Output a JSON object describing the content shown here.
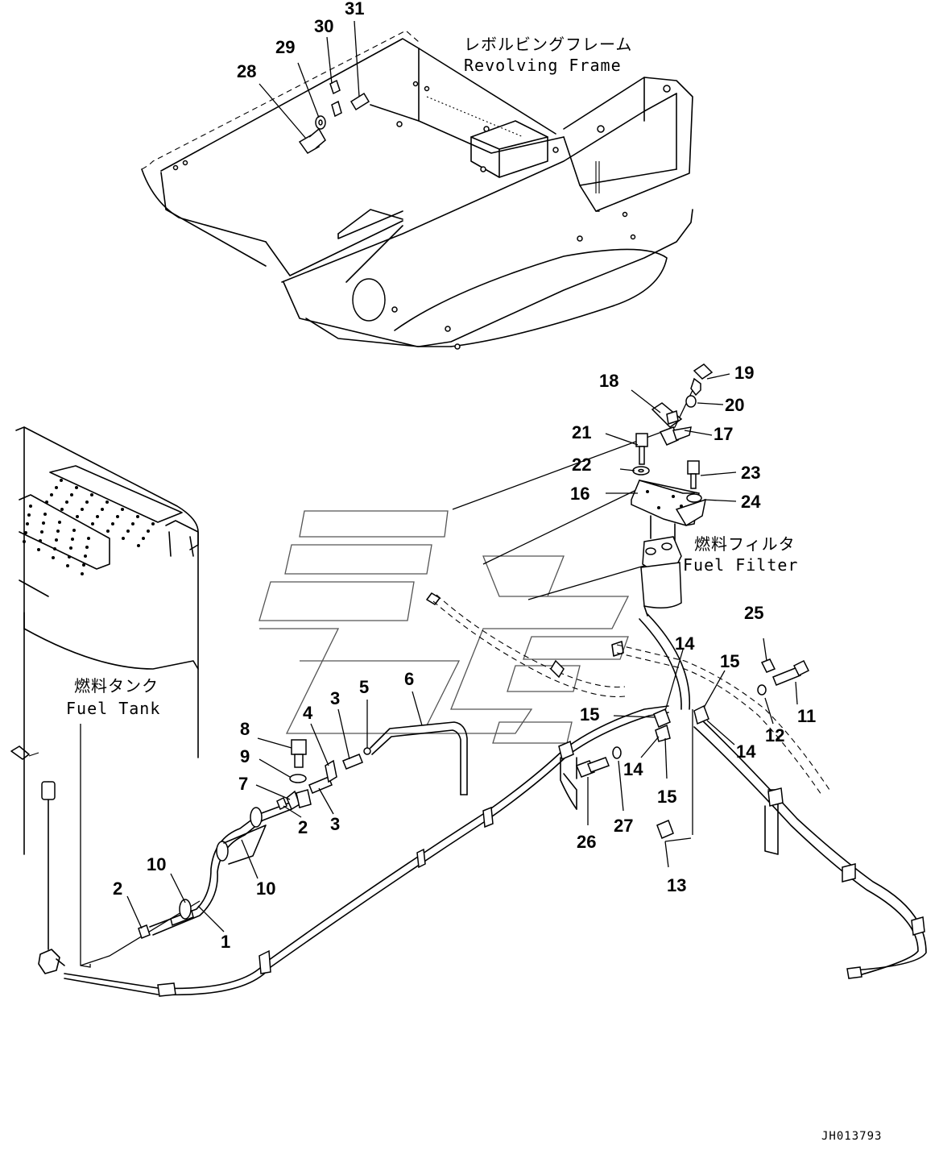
{
  "labels": {
    "revolving_frame_jp": "レボルビングフレーム",
    "revolving_frame_en": "Revolving Frame",
    "fuel_filter_jp": "燃料フィルタ",
    "fuel_filter_en": "Fuel Filter",
    "fuel_tank_jp": "燃料タンク",
    "fuel_tank_en": "Fuel Tank"
  },
  "drawing_code": "JH013793",
  "callouts": {
    "c1": "1",
    "c2a": "2",
    "c2b": "2",
    "c3a": "3",
    "c3b": "3",
    "c4": "4",
    "c5": "5",
    "c6": "6",
    "c7": "7",
    "c8": "8",
    "c9": "9",
    "c10a": "10",
    "c10b": "10",
    "c11": "11",
    "c12": "12",
    "c13": "13",
    "c14a": "14",
    "c14b": "14",
    "c14c": "14",
    "c15a": "15",
    "c15b": "15",
    "c15c": "15",
    "c16": "16",
    "c17": "17",
    "c18": "18",
    "c19": "19",
    "c20": "20",
    "c21": "21",
    "c22": "22",
    "c23": "23",
    "c24": "24",
    "c25": "25",
    "c26": "26",
    "c27": "27",
    "c28": "28",
    "c29": "29",
    "c30": "30",
    "c31": "31"
  }
}
